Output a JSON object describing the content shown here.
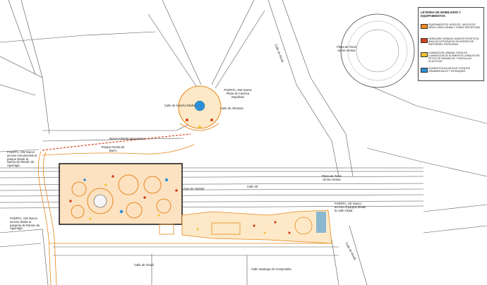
{
  "legend": {
    "title": "LEYENDA DE MOBILIARIO Y EQUIPAMIENTOS",
    "items": [
      {
        "color": "#f08a1c",
        "text": "EQUIPAMIENTOS: KIOSCOS, JUEGOS DE NIÑOS, AREA CANINA Y ZONAS DEPORTIVAS"
      },
      {
        "color": "#d4421e",
        "text": "MOBILIARIO URBANO: BANCOS ESTATICOS, BANCOS INTEGRADOS EN BORDES DE PARTERRES, PAPELERAS"
      },
      {
        "color": "#f2c230",
        "text": "ILUMINACION URBANA: FAROLAS, ILUMINACION DE ELEMENTOS LINEALES EN PETOS DE PASARELAS Y PANTALLAS ACUSTICAS"
      },
      {
        "color": "#2f8fd6",
        "text": "ELEMENTOS ACUATICOS: FUENTES ORNAMENTALES Y ESTANQUES"
      }
    ]
  },
  "labels": {
    "plaza_toros": "Plaza de Toros de las Ventas",
    "calle_alcala_top": "Calle de Alcalá",
    "puerta_nueva_plaza": "PUERTA, NW Nueva Plaza de América Española",
    "calle_sancho_davila": "Calle de Sancho Dávila",
    "calle_almansa": "Calle de Almansa",
    "nuevo_mirador": "Nuevo mirador panorámico",
    "parque_puerta_barro": "Parque Puerta de Barro",
    "puerta_sw": "PUERTA, SW Nuevo acceso monumental al parque desde la Nueva de Ramón de Aguinaga",
    "linea_mirador": "Línea de mirador",
    "calle_m30": "Calle 30",
    "plaza_toros_west": "Plaza de Toros de las Ventas",
    "puerta_sw_bottom": "PUERTA, SW Nuevo acceso desde la pasarela de Ramón de Aguinaga",
    "puerta_se": "PUERTA, SE Nuevo acceso al parque desde la calle Alcalá",
    "calle_alcala_bottom": "Calle de Alcalá",
    "calle_bottom_mid": "Calle Santiago de Compostela",
    "calle_bottom_left": "Calle de Alcalá"
  }
}
